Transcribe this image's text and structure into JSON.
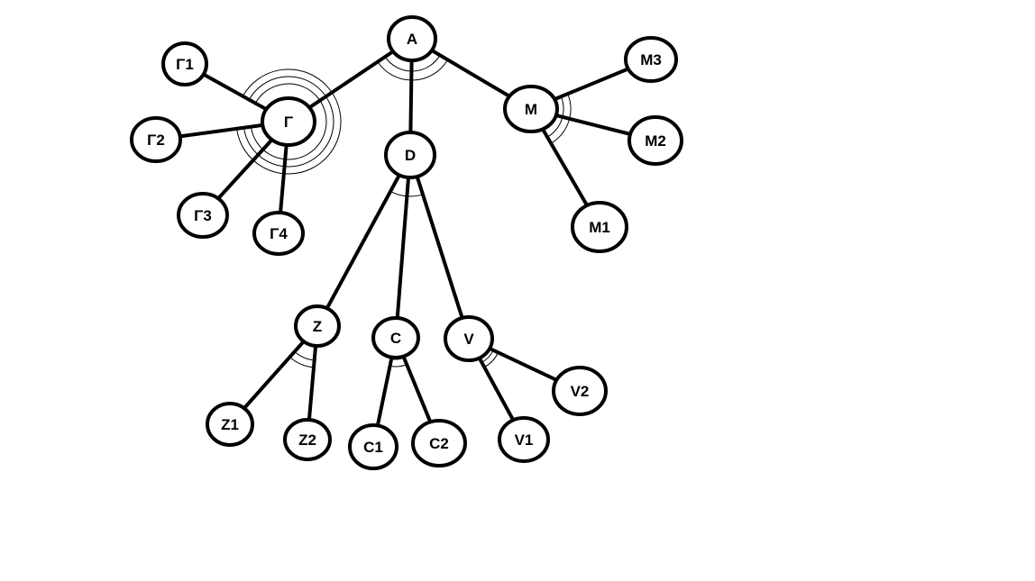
{
  "nodes": [
    {
      "id": "A",
      "label": "A"
    },
    {
      "id": "G",
      "label": "Γ"
    },
    {
      "id": "D",
      "label": "D"
    },
    {
      "id": "M",
      "label": "M"
    },
    {
      "id": "G1",
      "label": "Γ1"
    },
    {
      "id": "G2",
      "label": "Γ2"
    },
    {
      "id": "G3",
      "label": "Γ3"
    },
    {
      "id": "G4",
      "label": "Γ4"
    },
    {
      "id": "M1",
      "label": "M1"
    },
    {
      "id": "M2",
      "label": "M2"
    },
    {
      "id": "M3",
      "label": "M3"
    },
    {
      "id": "Z",
      "label": "Z"
    },
    {
      "id": "C",
      "label": "C"
    },
    {
      "id": "V",
      "label": "V"
    },
    {
      "id": "Z1",
      "label": "Z1"
    },
    {
      "id": "Z2",
      "label": "Z2"
    },
    {
      "id": "C1",
      "label": "C1"
    },
    {
      "id": "C2",
      "label": "C2"
    },
    {
      "id": "V1",
      "label": "V1"
    },
    {
      "id": "V2",
      "label": "V2"
    }
  ],
  "edges": [
    [
      "A",
      "G"
    ],
    [
      "A",
      "D"
    ],
    [
      "A",
      "M"
    ],
    [
      "G",
      "G1"
    ],
    [
      "G",
      "G2"
    ],
    [
      "G",
      "G3"
    ],
    [
      "G",
      "G4"
    ],
    [
      "M",
      "M1"
    ],
    [
      "M",
      "M2"
    ],
    [
      "M",
      "M3"
    ],
    [
      "D",
      "Z"
    ],
    [
      "D",
      "C"
    ],
    [
      "D",
      "V"
    ],
    [
      "Z",
      "Z1"
    ],
    [
      "Z",
      "Z2"
    ],
    [
      "C",
      "C1"
    ],
    [
      "C",
      "C2"
    ],
    [
      "V",
      "V1"
    ],
    [
      "V",
      "V2"
    ]
  ],
  "and_arcs": [
    "A",
    "G",
    "M",
    "D",
    "Z",
    "C",
    "V"
  ]
}
